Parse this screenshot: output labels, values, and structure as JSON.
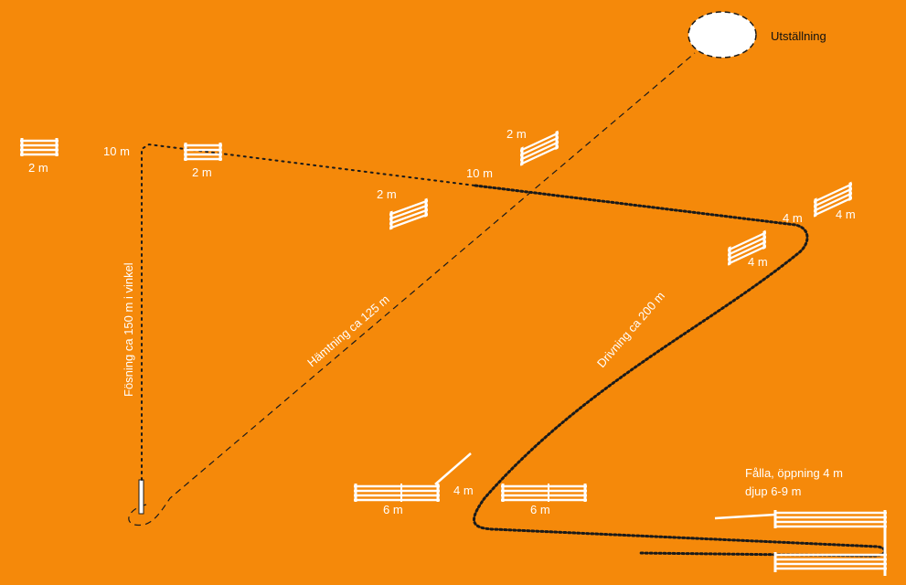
{
  "colors": {
    "background": "#F5890A",
    "fence": "#FFFFFF",
    "path": "#1A1A1A",
    "text": "#FFFFFF",
    "exhibition_text": "#111111"
  },
  "labels": {
    "exhibition": "Utställning",
    "gather": "Hämtning ca 125 m",
    "fetch_side": "Fösning ca 150 m i vinkel",
    "drive": "Drivning ca 200 m",
    "pen_line1": "Fålla, öppning 4 m",
    "pen_line2": "djup 6-9 m",
    "dist_10m_left": "10 m",
    "dist_10m_mid": "10 m",
    "gap_4m_right": "4 m",
    "gap_4m_bottom": "4 m"
  },
  "fences": {
    "far_left": "2 m",
    "top_left": "2 m",
    "middle": "2 m",
    "upper_right": "2 m",
    "right_lower": "4 m",
    "right_upper": "4 m",
    "bottom_left": "6 m",
    "bottom_right": "6 m"
  }
}
